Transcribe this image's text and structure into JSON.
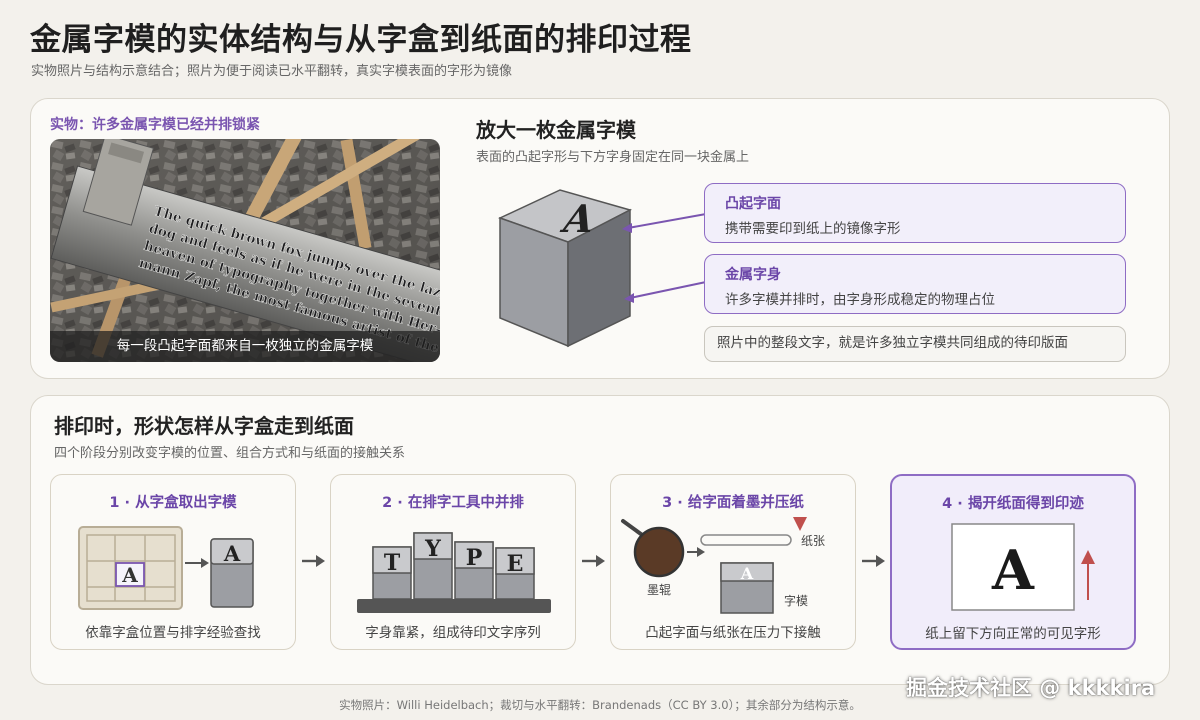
{
  "title": "金属字模的实体结构与从字盒到纸面的排印过程",
  "subtitle": "实物照片与结构示意结合；照片为便于阅读已水平翻转，真实字模表面的字形为镜像",
  "photo_section": {
    "label": "实物：许多金属字模已经并排锁紧",
    "photo_text_lines": [
      "The quick brown fox jumps over the lazy",
      "dog and feels as if he were in the seventh",
      "heaven of typography together with Her-",
      "mann Zapf, the most famous artist of the"
    ],
    "caption": "每一段凸起字面都来自一枚独立的金属字模"
  },
  "zoom_section": {
    "title": "放大一枚金属字模",
    "subtitle": "表面的凸起字形与下方字身固定在同一块金属上",
    "cube_letter": "A",
    "callouts": [
      {
        "title": "凸起字面",
        "desc": "携带需要印到纸上的镜像字形"
      },
      {
        "title": "金属字身",
        "desc": "许多字模并排时，由字身形成稳定的物理占位"
      }
    ],
    "note": "照片中的整段文字，就是许多独立字模共同组成的待印版面"
  },
  "process_section": {
    "title": "排印时，形状怎样从字盒走到纸面",
    "subtitle": "四个阶段分别改变字模的位置、组合方式和与纸面的接触关系",
    "steps": [
      {
        "title": "1 · 从字盒取出字模",
        "caption": "依靠字盒位置与排字经验查找",
        "letter": "A"
      },
      {
        "title": "2 · 在排字工具中并排",
        "caption": "字身靠紧，组成待印文字序列",
        "letters": [
          "T",
          "Y",
          "P",
          "E"
        ]
      },
      {
        "title": "3 · 给字面着墨并压纸",
        "caption": "凸起字面与纸张在压力下接触",
        "labels": {
          "roller": "墨辊",
          "paper": "纸张",
          "type": "字模"
        },
        "letter": "A"
      },
      {
        "title": "4 · 揭开纸面得到印迹",
        "caption": "纸上留下方向正常的可见字形",
        "letter": "A"
      }
    ]
  },
  "footer": "实物照片：Willi Heidelbach；裁切与水平翻转：Brandenads（CC BY 3.0）；其余部分为结构示意。",
  "watermark": "掘金技术社区 @ kkkkira",
  "colors": {
    "accent": "#7a55b0",
    "accent_border": "#8e6cc4",
    "metal": "#9c9ea3",
    "ink": "#5a3a26",
    "red": "#c0504d"
  }
}
